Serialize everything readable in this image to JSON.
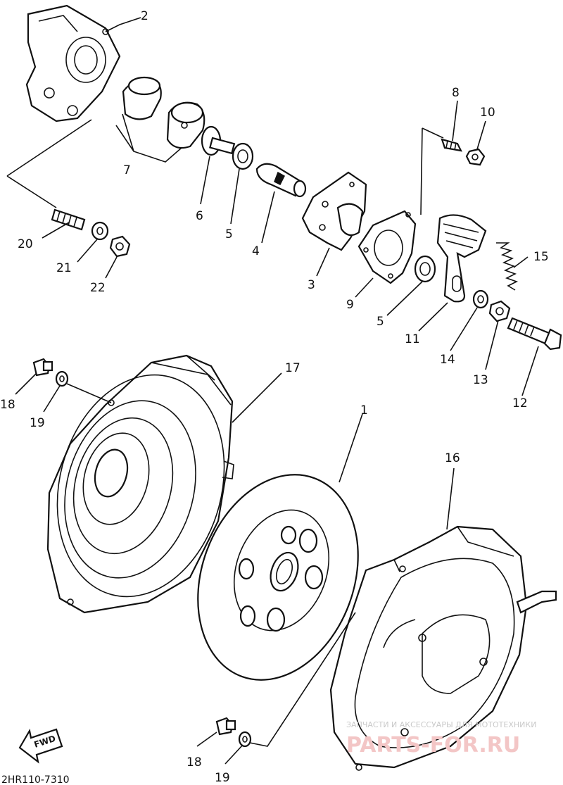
{
  "diagram": {
    "part_numbers": {
      "p1": "1",
      "p2": "2",
      "p3": "3",
      "p4": "4",
      "p5a": "5",
      "p5b": "5",
      "p6": "6",
      "p7": "7",
      "p8": "8",
      "p9": "9",
      "p10": "10",
      "p11": "11",
      "p12": "12",
      "p13": "13",
      "p14": "14",
      "p15": "15",
      "p16": "16",
      "p17": "17",
      "p18a": "18",
      "p18b": "18",
      "p19a": "19",
      "p19b": "19",
      "p20": "20",
      "p21": "21",
      "p22": "22"
    },
    "fwd_label": "FWD",
    "drawing_code": "2HR110-7310",
    "watermark": {
      "line1": "ЗАПЧАСТИ И АКСЕССУАРЫ ДЛЯ МОТОТЕХНИКИ",
      "line2": "PARTS-FOR.RU"
    }
  }
}
